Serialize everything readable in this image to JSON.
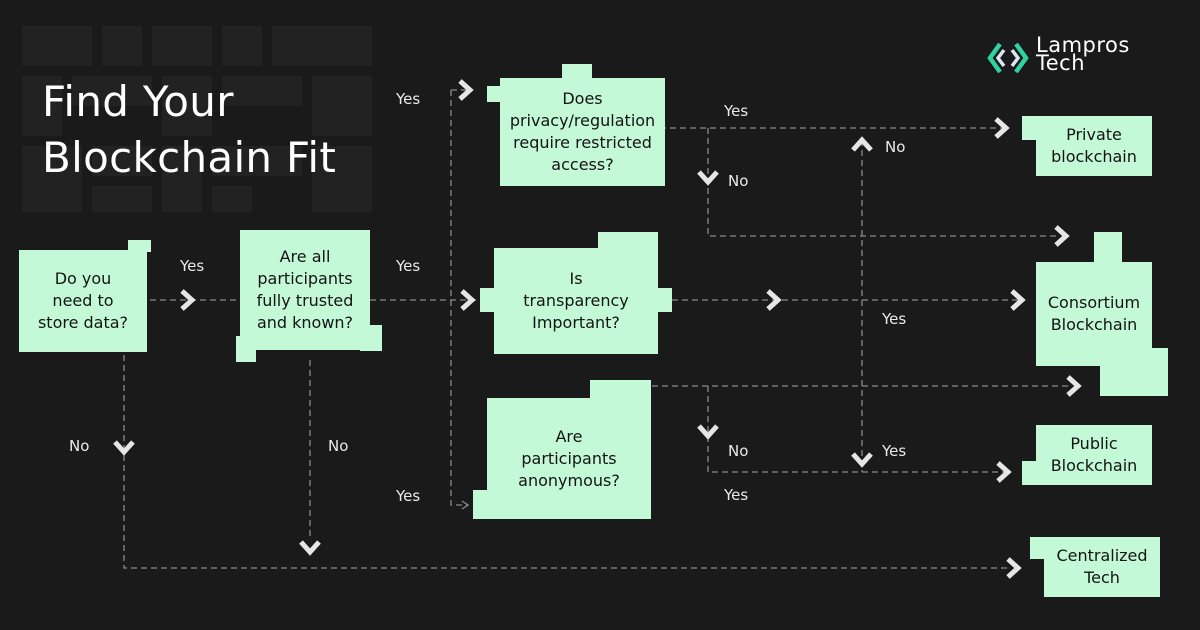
{
  "title": {
    "line1": "Find Your",
    "line2": "Blockchain Fit"
  },
  "logo": {
    "line1": "Lampros",
    "line2": "Tech"
  },
  "colors": {
    "background": "#1a1a1a",
    "box": "#c3f9d6",
    "arrow": "#e6e6e6",
    "line": "#8a8a8a"
  },
  "nodes": {
    "store_data": [
      "Do you",
      "need to",
      "store data?"
    ],
    "trusted": [
      "Are all",
      "participants",
      "fully trusted",
      "and known?"
    ],
    "privacy": [
      "Does",
      "privacy/regulation",
      "require restricted",
      "access?"
    ],
    "transparency": [
      "Is",
      "transparency",
      "Important?"
    ],
    "anonymous": [
      "Are",
      "participants",
      "anonymous?"
    ],
    "private": [
      "Private",
      "blockchain"
    ],
    "consortium": [
      "Consortium",
      "Blockchain"
    ],
    "public": [
      "Public",
      "Blockchain"
    ],
    "centralized": [
      "Centralized",
      "Tech"
    ]
  },
  "edge_labels": {
    "store_yes": "Yes",
    "store_no": "No",
    "trusted_yes": "Yes",
    "trusted_no": "No",
    "branch_privacy_yes": "Yes",
    "branch_anonymous_yes": "Yes",
    "privacy_yes": "Yes",
    "privacy_no": "No",
    "transparency_yes": "Yes",
    "mid_no": "No",
    "mid_yes": "Yes",
    "anon_no": "No",
    "anon_yes": "Yes"
  }
}
